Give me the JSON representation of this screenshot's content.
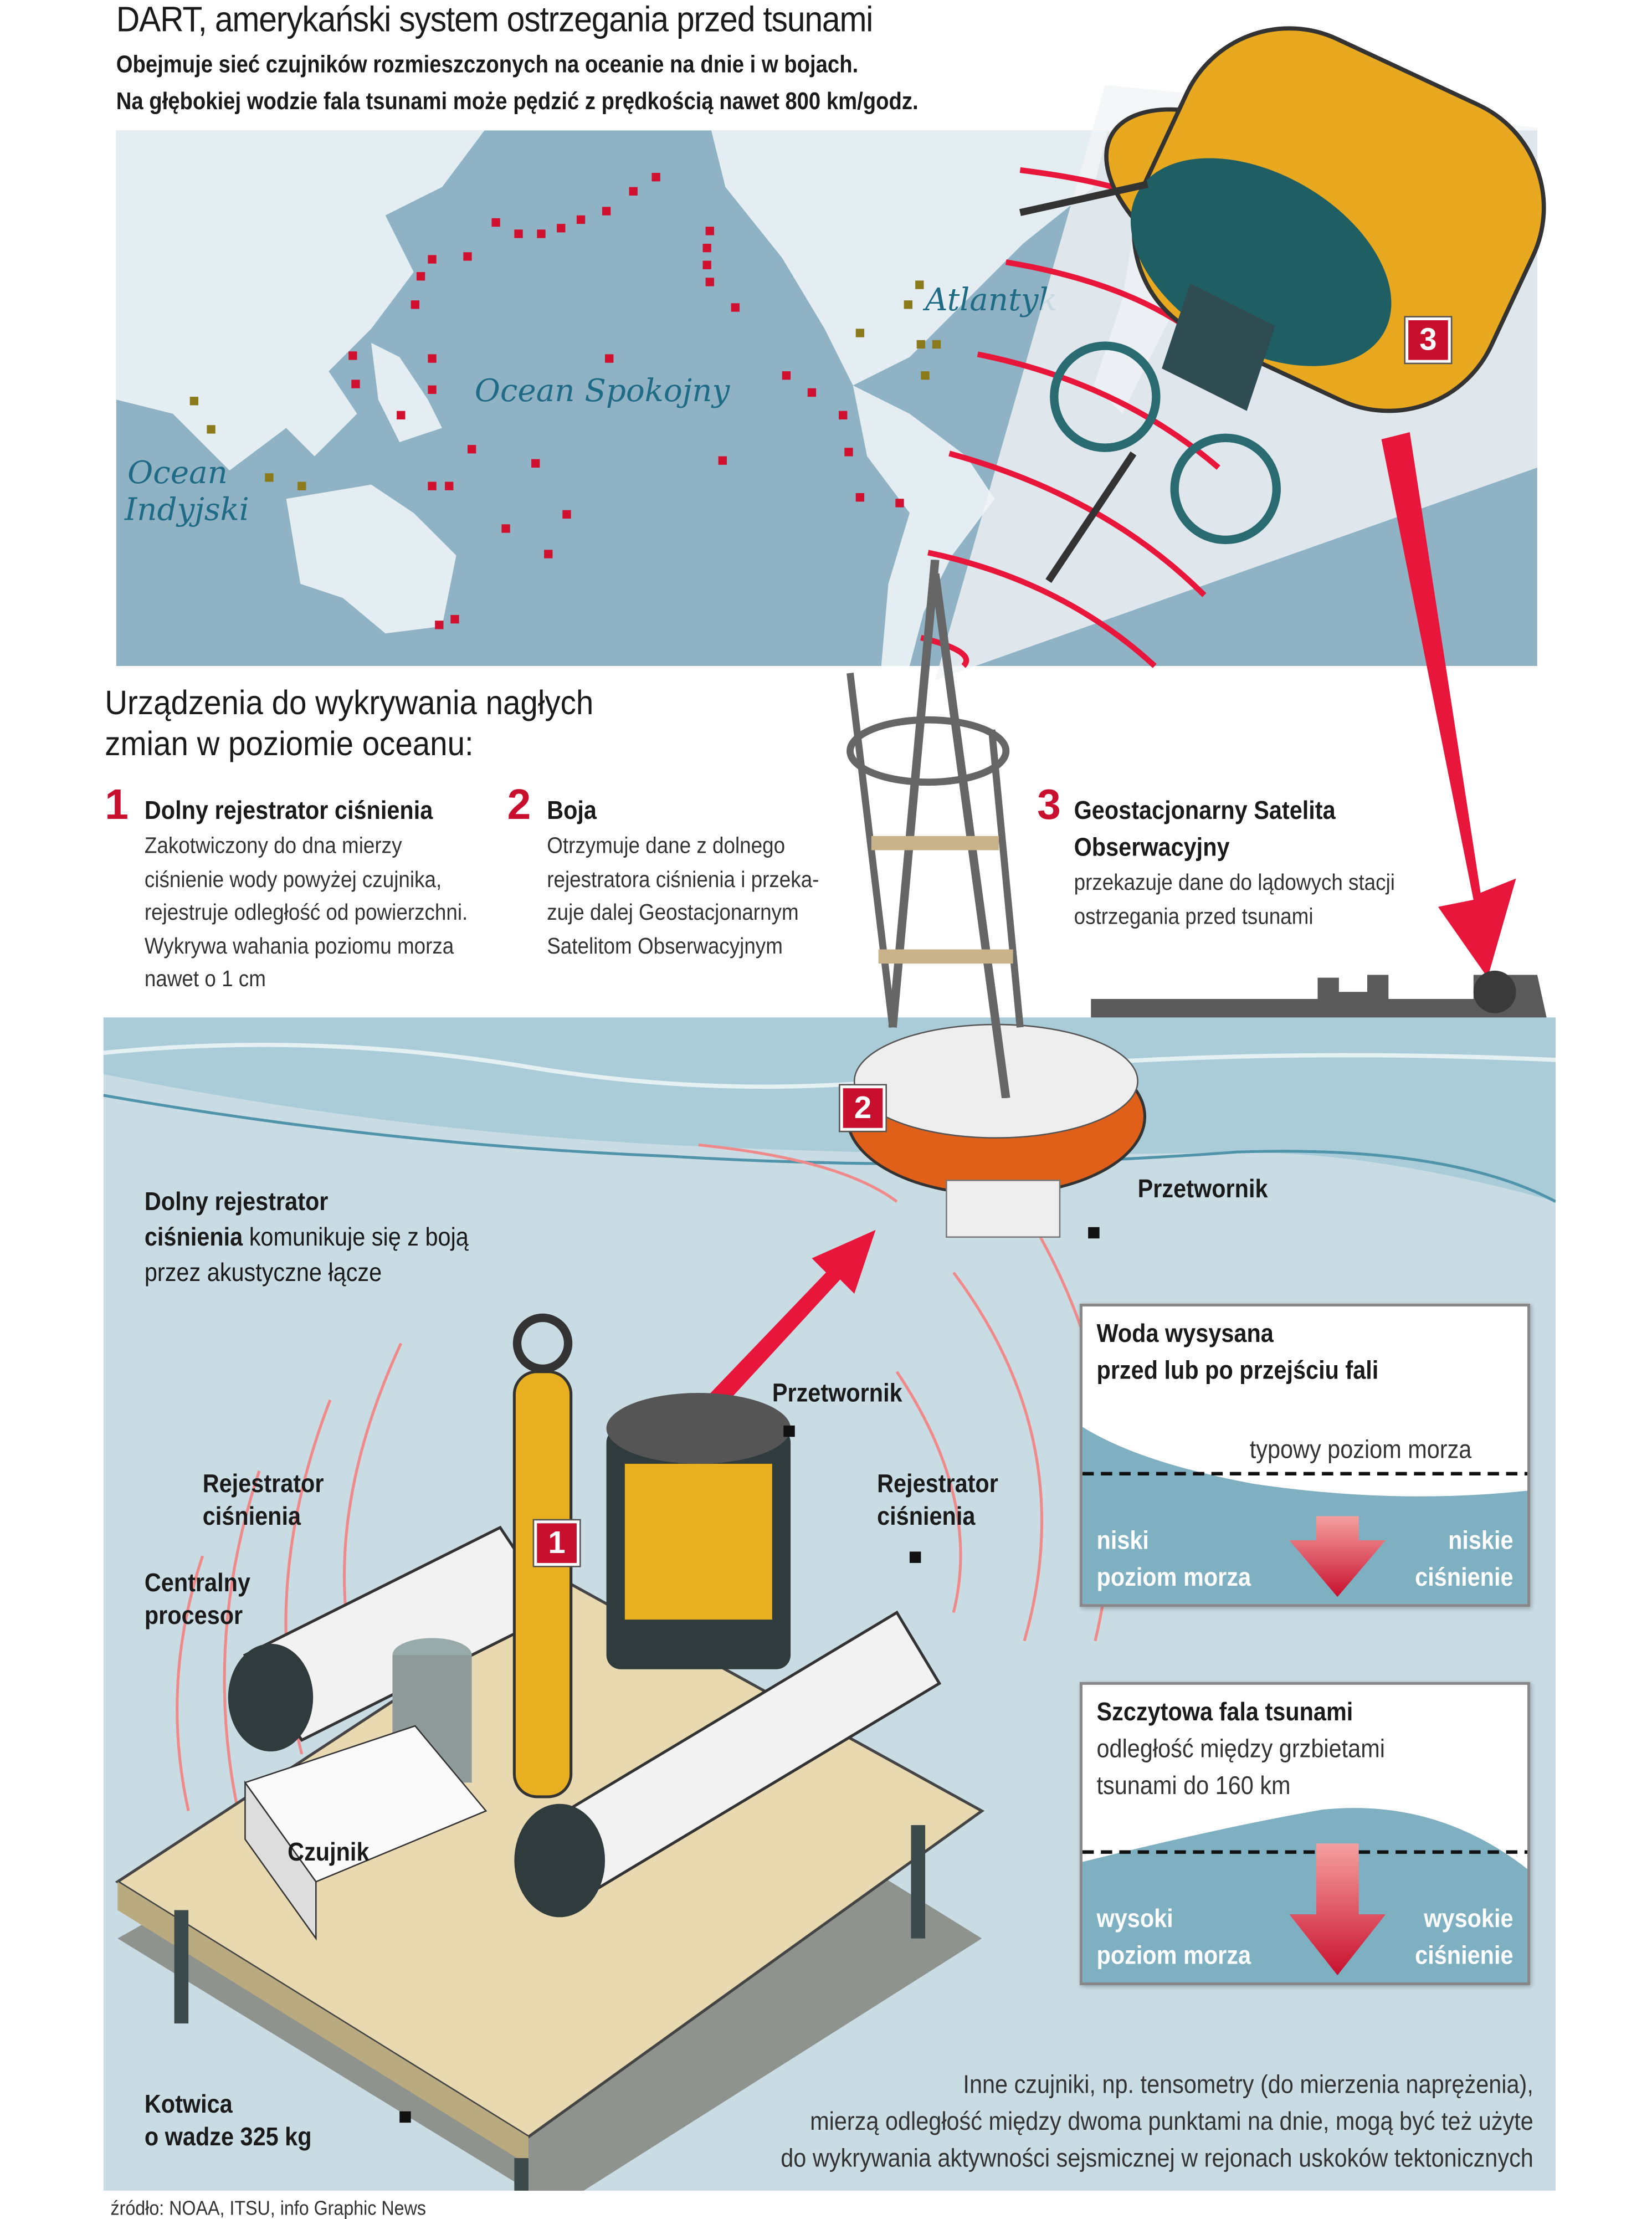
{
  "header": {
    "title": "DART, amerykański system ostrzegania przed tsunami",
    "subtitle_1": "Obejmuje sieć czujników rozmieszczonych na oceanie na dnie i w bojach.",
    "subtitle_2": "Na głębokiej wodzie fala tsunami może pędzić z prędkością nawet 800 km/godz."
  },
  "map": {
    "labels": {
      "pacific": "Ocean Spokojny",
      "atlantic": "Atlantyk",
      "indian_1": "Ocean",
      "indian_2": "Indyjski"
    },
    "colors": {
      "sea": "#8fb3c4",
      "land": "#e4edf1",
      "dart_buoy": "#d0102e",
      "other_buoy": "#8a7a1a"
    }
  },
  "section": {
    "title_1": "Urządzenia do wykrywania nagłych",
    "title_2": "zmian w poziomie oceanu:",
    "items": [
      {
        "number": "1",
        "title": "Dolny rejestrator ciśnienia",
        "lines": [
          "Zakotwiczony do dna mierzy",
          "ciśnienie wody powyżej czujnika,",
          "rejestruje odległość od powierzchni.",
          "Wykrywa wahania poziomu morza",
          "nawet o 1 cm"
        ]
      },
      {
        "number": "2",
        "title": "Boja",
        "lines": [
          "Otrzymuje dane z dolnego",
          "rejestratora ciśnienia i przeka-",
          "zuje dalej Geostacjonarnym",
          "Satelitom Obserwacyjnym"
        ]
      },
      {
        "number": "3",
        "title_1": "Geostacjonarny Satelita",
        "title_2": "Obserwacyjny",
        "lines": [
          "przekazuje dane do lądowych stacji",
          "ostrzegania przed tsunami"
        ]
      }
    ]
  },
  "badges": {
    "satellite": "3",
    "buoy": "2",
    "recorder": "1"
  },
  "labels": {
    "buoy_transducer": "Przetwornik",
    "recorder_title_1": "Dolny rejestrator",
    "recorder_title_2": "ciśnienia",
    "recorder_desc_1": " komunikuje się  z boją",
    "recorder_desc_2": "przez  akustyczne łącze",
    "transducer": "Przetwornik",
    "pressure_left_1": "Rejestrator",
    "pressure_left_2": "ciśnienia",
    "pressure_right_1": "Rejestrator",
    "pressure_right_2": "ciśnienia",
    "cpu_1": "Centralny",
    "cpu_2": "procesor",
    "sensor": "Czujnik",
    "anchor_1": "Kotwica",
    "anchor_2": "o wadze 325 kg"
  },
  "box_low": {
    "title_1": "Woda wysysana",
    "title_2": "przed lub po przejściu fali",
    "typical": "typowy poziom morza",
    "left_1": "niski",
    "left_2": "poziom morza",
    "right_1": "niskie",
    "right_2": "ciśnienie"
  },
  "box_high": {
    "title_1": "Szczytowa fala tsunami",
    "desc_1": "odległość między grzbietami",
    "desc_2": "tsunami do 160 km",
    "left_1": "wysoki",
    "left_2": "poziom morza",
    "right_1": "wysokie",
    "right_2": "ciśnienie"
  },
  "footnote": {
    "line_1": "Inne czujniki, np. tensometry (do mierzenia naprężenia),",
    "line_2": "mierzą odległość między dwoma punktami na dnie, mogą być też użyte",
    "line_3": "do wykrywania aktywności sejsmicznej w rejonach uskoków tektonicznych"
  },
  "source": "źródło: NOAA, ITSU, info Graphic News",
  "colors": {
    "accent": "#c8102e",
    "water": "#c9dce3",
    "deep_water": "#7fb0c2",
    "buoy_orange": "#e0601a",
    "satellite_gold": "#e8a820"
  }
}
